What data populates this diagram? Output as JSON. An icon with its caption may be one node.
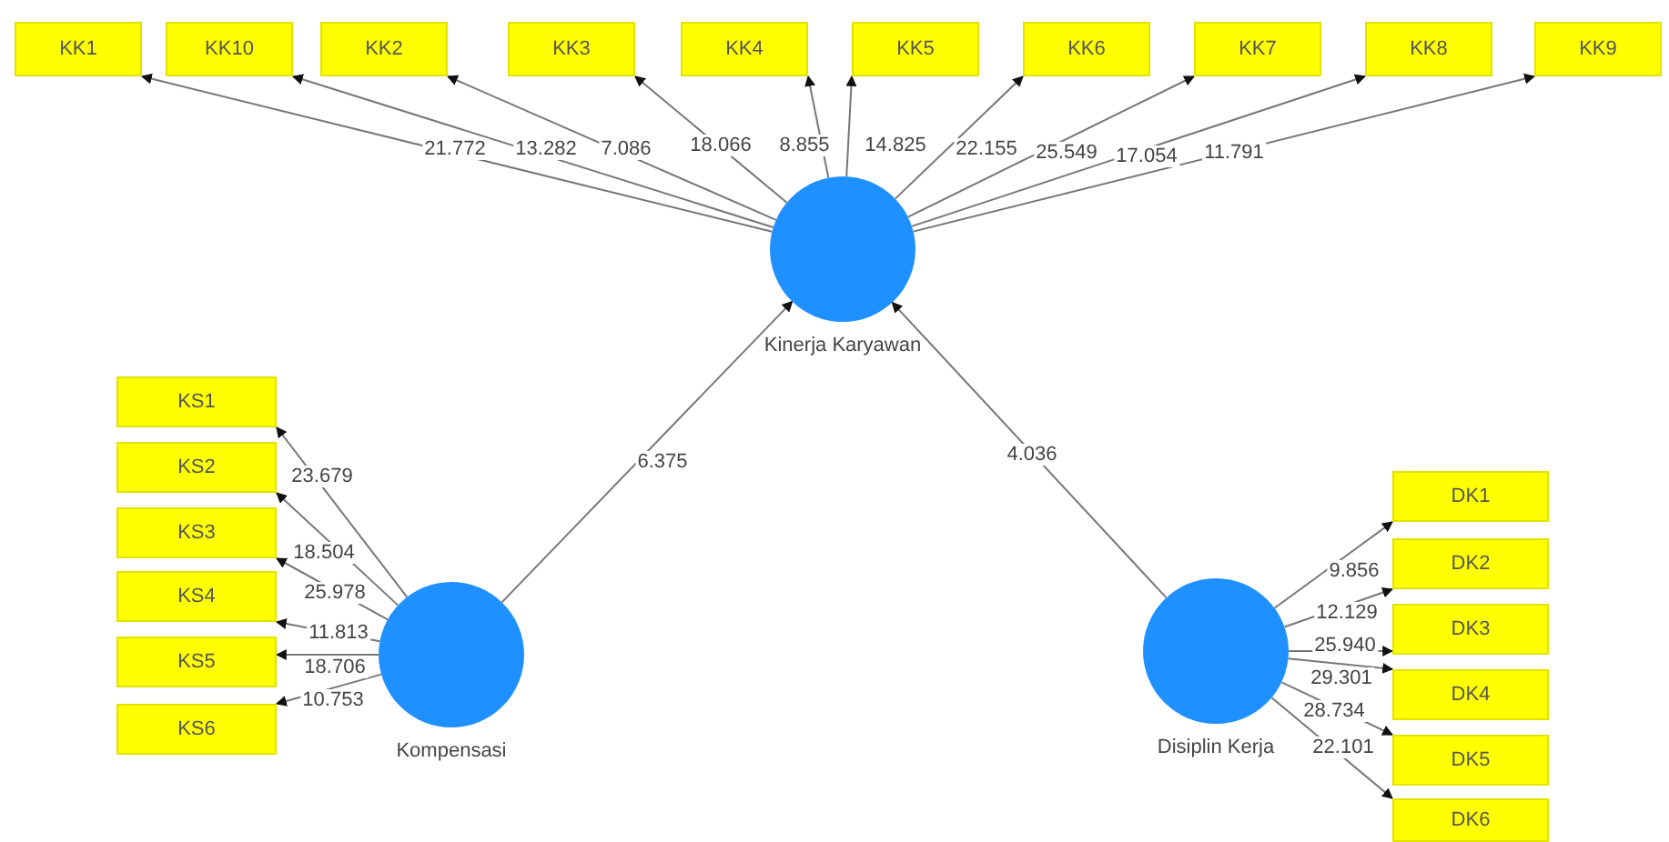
{
  "diagram": {
    "nodes": [
      {
        "text": [
          "KK1"
        ]
      },
      {
        "text": [
          "KK10"
        ]
      },
      {
        "text": [
          "KK2"
        ]
      },
      {
        "text": [
          "KK3"
        ]
      },
      {
        "text": [
          "KK4"
        ]
      },
      {
        "text": [
          "KK5"
        ]
      },
      {
        "text": [
          "KK6"
        ]
      },
      {
        "text": [
          "KK7"
        ]
      },
      {
        "text": [
          "KK8"
        ]
      },
      {
        "text": [
          "KK9"
        ]
      },
      {
        "text": [
          "Kinerja Karyawan"
        ]
      },
      {
        "text": [
          "KS1"
        ]
      },
      {
        "text": [
          "KS2"
        ]
      },
      {
        "text": [
          "KS3"
        ]
      },
      {
        "text": [
          "KS4"
        ]
      },
      {
        "text": [
          "KS5"
        ]
      },
      {
        "text": [
          "KS6"
        ]
      },
      {
        "text": [
          "Kompensasi"
        ]
      },
      {
        "text": [
          "Disiplin Kerja"
        ]
      },
      {
        "text": [
          "DK1"
        ]
      },
      {
        "text": [
          "DK2"
        ]
      },
      {
        "text": [
          "DK3"
        ]
      },
      {
        "text": [
          "DK4"
        ]
      },
      {
        "text": [
          "DK5"
        ]
      },
      {
        "text": [
          "DK6"
        ]
      }
    ],
    "edges": [
      {
        "from": 10,
        "to": 0,
        "arrow": "to",
        "label": "21.772"
      },
      {
        "from": 10,
        "to": 1,
        "arrow": "to",
        "label": "13.282"
      },
      {
        "from": 10,
        "to": 2,
        "arrow": "to",
        "label": "7.086"
      },
      {
        "from": 10,
        "to": 3,
        "arrow": "to",
        "label": "18.066"
      },
      {
        "from": 10,
        "to": 4,
        "arrow": "to",
        "label": "8.855"
      },
      {
        "from": 10,
        "to": 5,
        "arrow": "to",
        "label": "14.825"
      },
      {
        "from": 10,
        "to": 6,
        "arrow": "to",
        "label": "22.155"
      },
      {
        "from": 10,
        "to": 7,
        "arrow": "to",
        "label": "25.549"
      },
      {
        "from": 10,
        "to": 8,
        "arrow": "to",
        "label": "17.054"
      },
      {
        "from": 10,
        "to": 9,
        "arrow": "to",
        "label": "11.791"
      },
      {
        "from": 17,
        "to": 11,
        "arrow": "to",
        "label": "23.679"
      },
      {
        "from": 17,
        "to": 12,
        "arrow": "to",
        "label": "18.504"
      },
      {
        "from": 17,
        "to": 13,
        "arrow": "to",
        "label": "25.978"
      },
      {
        "from": 17,
        "to": 14,
        "arrow": "to",
        "label": "11.813"
      },
      {
        "from": 17,
        "to": 15,
        "arrow": "to",
        "label": "18.706"
      },
      {
        "from": 17,
        "to": 16,
        "arrow": "to",
        "label": "10.753"
      },
      {
        "from": 17,
        "to": 10,
        "arrow": "to",
        "label": "6.375"
      },
      {
        "from": 18,
        "to": 10,
        "arrow": "to",
        "label": "4.036"
      },
      {
        "from": 18,
        "to": 19,
        "arrow": "to",
        "label": "9.856"
      },
      {
        "from": 18,
        "to": 20,
        "arrow": "to",
        "label": "12.129"
      },
      {
        "from": 18,
        "to": 21,
        "arrow": "to",
        "label": "25.940"
      },
      {
        "from": 18,
        "to": 22,
        "arrow": "to",
        "label": "29.301"
      },
      {
        "from": 18,
        "to": 23,
        "arrow": "to",
        "label": "28.734"
      },
      {
        "from": 18,
        "to": 24,
        "arrow": "to",
        "label": "22.101"
      }
    ]
  }
}
